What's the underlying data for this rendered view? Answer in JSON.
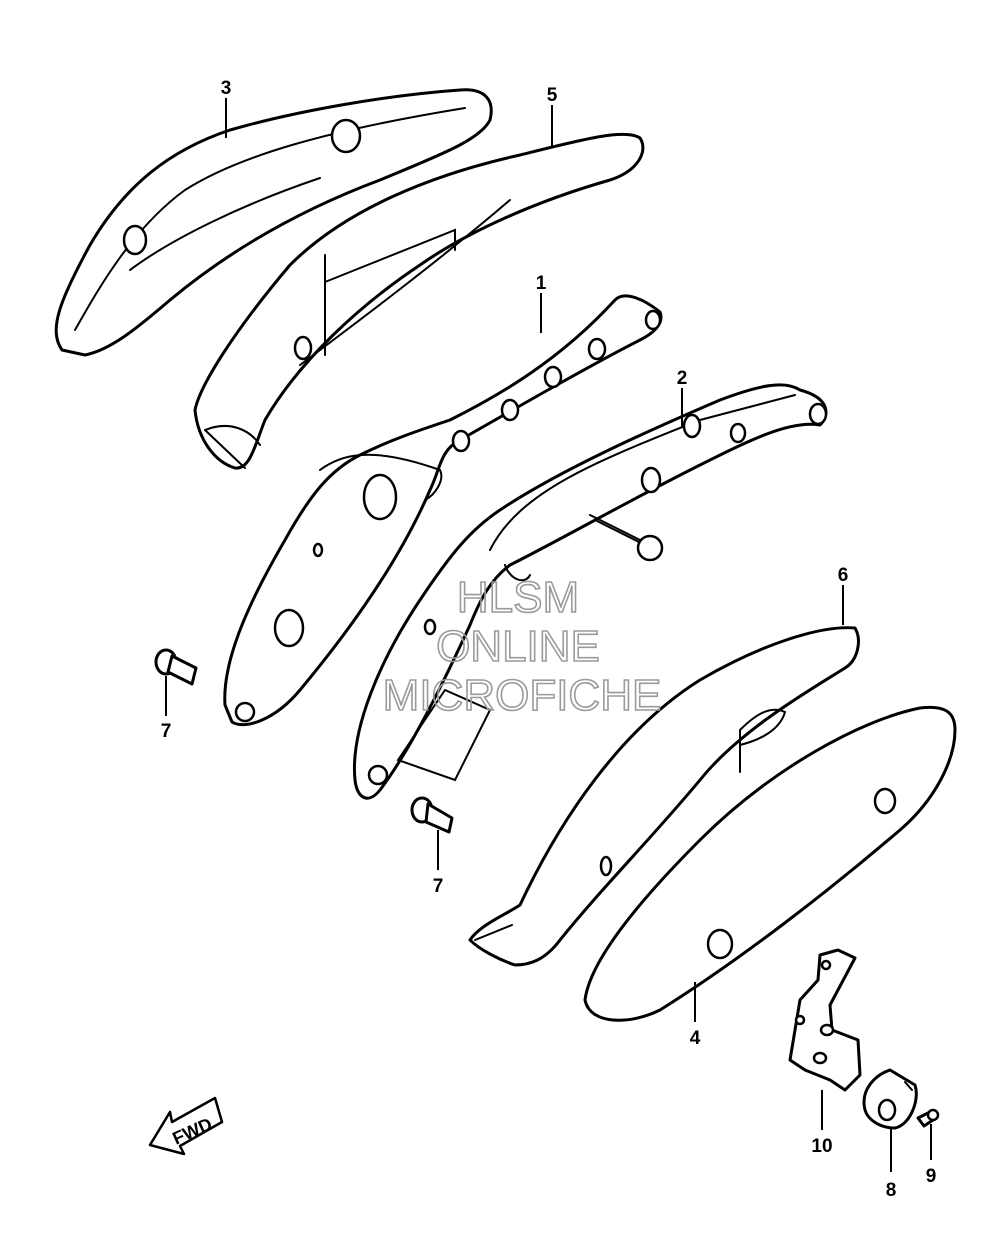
{
  "callouts": {
    "c1": "1",
    "c2": "2",
    "c3": "3",
    "c4": "4",
    "c5": "5",
    "c6": "6",
    "c7a": "7",
    "c7b": "7",
    "c8": "8",
    "c9": "9",
    "c10": "10"
  },
  "watermark": {
    "line1": "HLSM",
    "line2": "ONLINE",
    "line3": "MICROFICHE"
  },
  "direction_label": "FWD"
}
